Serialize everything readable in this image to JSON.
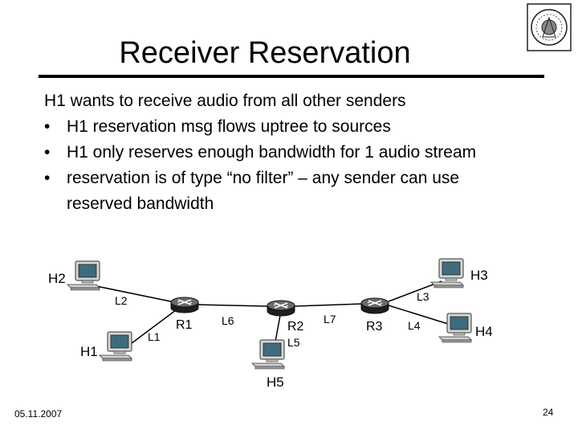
{
  "slide": {
    "title": "Receiver Reservation",
    "intro": "H1 wants to receive audio from all other senders",
    "bullets": [
      "H1 reservation msg flows uptree to sources",
      "H1 only reserves enough bandwidth for 1 audio stream",
      "reservation is of type “no filter” – any sender can use"
    ],
    "bullet_continuation": "reserved bandwidth",
    "bullet_symbol": "•",
    "date": "05.11.2007",
    "page_number": "24"
  },
  "network": {
    "hosts": [
      "H1",
      "H2",
      "H3",
      "H4",
      "H5"
    ],
    "routers": [
      "R1",
      "R2",
      "R3"
    ],
    "links": [
      "L1",
      "L2",
      "L3",
      "L4",
      "L5",
      "L6",
      "L7"
    ]
  },
  "colors": {
    "router_fill": "#3c3c3c",
    "monitor_screen": "#3e6c7e",
    "monitor_body": "#d6d6d6"
  }
}
